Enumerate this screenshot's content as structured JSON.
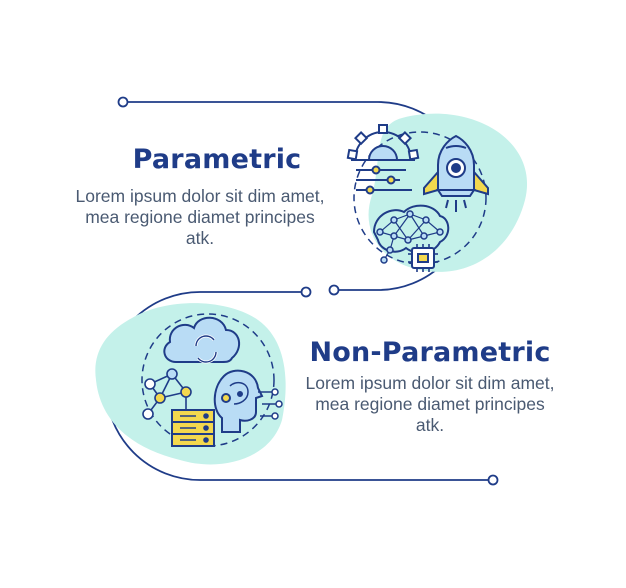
{
  "colors": {
    "navy": "#1f3c88",
    "mint": "#c4f1ea",
    "light_blue": "#b9dcf5",
    "yellow": "#f3d84e",
    "text_gray": "#4a5a72"
  },
  "sections": [
    {
      "title": "Parametric",
      "description": "Lorem ipsum dolor sit dim amet, mea regione diamet principes atk.",
      "icons": [
        "gear-icon",
        "rocket-icon",
        "brain-network-icon",
        "chip-icon"
      ]
    },
    {
      "title": "Non-Parametric",
      "description": "Lorem ipsum dolor sit dim amet, mea regione diamet principes atk.",
      "icons": [
        "cloud-sync-icon",
        "node-network-icon",
        "server-icon",
        "ai-head-icon"
      ]
    }
  ]
}
